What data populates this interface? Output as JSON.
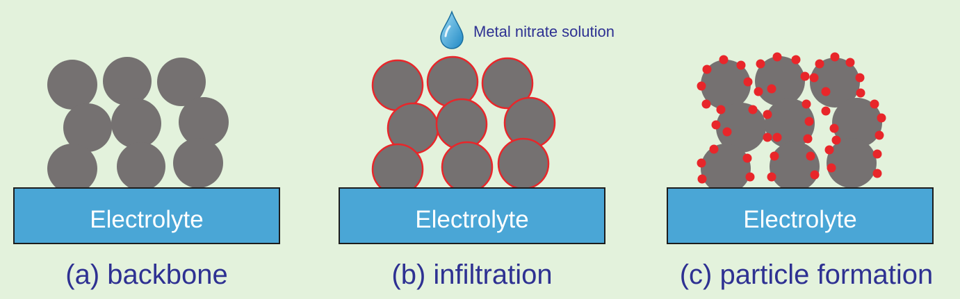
{
  "solution_label": "Metal nitrate solution",
  "panels": [
    {
      "electrolyte_label": "Electrolyte",
      "caption": "(a) backbone"
    },
    {
      "electrolyte_label": "Electrolyte",
      "caption": "(b) infiltration"
    },
    {
      "electrolyte_label": "Electrolyte",
      "caption": "(c) particle formation"
    }
  ],
  "colors": {
    "background": "#e3f2dc",
    "electrolyte_fill": "#4aa6d6",
    "backbone_particle": "#757171",
    "nitrate_coating": "#e8262a",
    "metal_nanoparticle": "#e8262a",
    "text": "#2e3192",
    "droplet": "#2f9fd6"
  },
  "icons": {
    "droplet": "water-drop-icon"
  }
}
